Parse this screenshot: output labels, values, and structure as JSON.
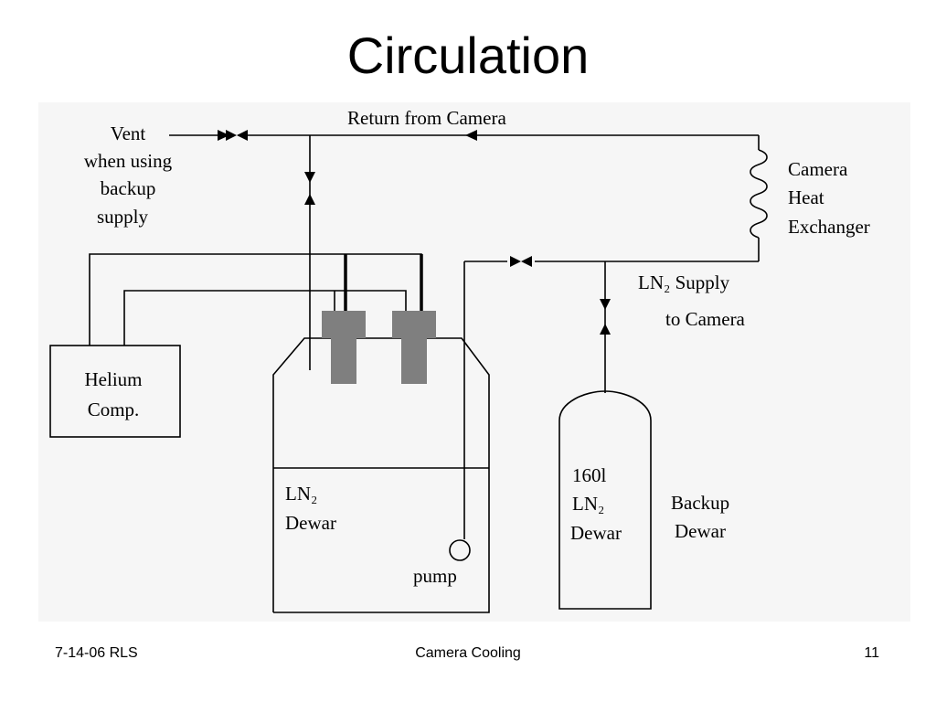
{
  "slide": {
    "title": "Circulation"
  },
  "diagram": {
    "labels": {
      "return_from_camera": "Return from Camera",
      "vent_line1": "Vent",
      "vent_line2": "when using",
      "vent_line3": "backup",
      "vent_line4": "supply",
      "camera_line1": "Camera",
      "camera_line2": "Heat",
      "camera_line3": "Exchanger",
      "supply_line1": "LN₂ Supply",
      "supply_line2": "to Camera",
      "helium_line1": "Helium",
      "helium_line2": "Comp.",
      "dewar_line1": "LN₂",
      "dewar_line2": "Dewar",
      "pump": "pump",
      "backup_tank_line1": "160l",
      "backup_tank_line2": "LN₂",
      "backup_tank_line3": "Dewar",
      "backup_line1": "Backup",
      "backup_line2": "Dewar"
    }
  },
  "footer": {
    "left": "7-14-06 RLS",
    "center": "Camera Cooling",
    "right": "11"
  }
}
